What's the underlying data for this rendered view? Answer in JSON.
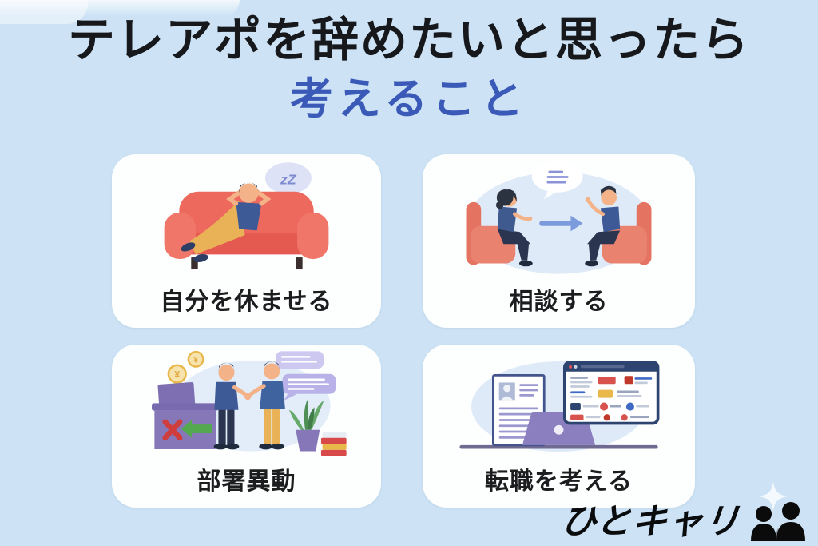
{
  "page": {
    "title_line1": "テレアポを辞めたいと思ったら",
    "title_line2": "考えること",
    "background_color": "#cde3f5",
    "title_color": "#16181c",
    "title_accent_color": "#3b5ab8",
    "card_color": "#fdfefe",
    "label_color": "#1c1d1f"
  },
  "cards": [
    {
      "label": "自分を休ませる",
      "illustration": "person-resting-on-red-sofa",
      "bubble_text": "zZ",
      "colors": {
        "sofa": "#ed685d",
        "shirt": "#3d5a97",
        "pants": "#eab257",
        "bubble": "#dde2f6"
      }
    },
    {
      "label": "相談する",
      "illustration": "two-people-talking-in-armchairs",
      "colors": {
        "chairs": "#ea8270",
        "arrow": "#7b9bdc",
        "blob": "#dfeaf8"
      }
    },
    {
      "label": "部署異動",
      "illustration": "handshake-leaving-old-desk",
      "colors": {
        "desk_box": "#8678b8",
        "cross": "#cf3d3d",
        "arrow": "#54a94f",
        "pants_left": "#2b3550",
        "pants_right": "#eab257"
      }
    },
    {
      "label": "転職を考える",
      "illustration": "resume-laptop-job-board-screen",
      "colors": {
        "laptop": "#8b7fc0",
        "browser_frame": "#2e4470",
        "desk_line": "#6f6a8f"
      }
    }
  ],
  "logo": {
    "text": "ひとキャリ",
    "star_icon": "sparkle-star-icon",
    "people_icon": "two-people-silhouette-icon",
    "text_color": "#0a0b0d",
    "star_color": "#f4f9fe"
  }
}
